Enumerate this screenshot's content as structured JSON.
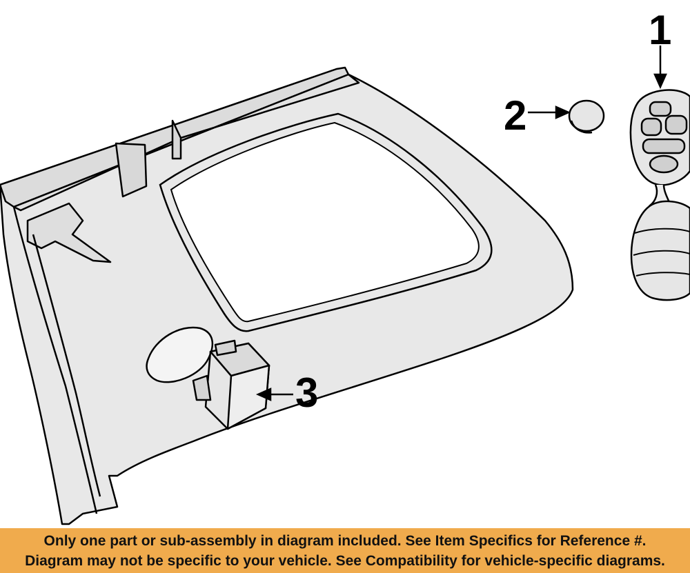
{
  "diagram": {
    "callouts": [
      {
        "id": "1",
        "label": "1"
      },
      {
        "id": "2",
        "label": "2"
      },
      {
        "id": "3",
        "label": "3"
      }
    ],
    "colors": {
      "part_fill": "#e8e8e8",
      "outline": "#000000",
      "background": "#ffffff"
    }
  },
  "banner": {
    "line1": "Only one part or sub-assembly in diagram included. See Item Specifics for Reference #.",
    "line2": "Diagram may not be specific to your vehicle. See Compatibility for vehicle-specific diagrams.",
    "background_color": "#f0ab4d"
  }
}
